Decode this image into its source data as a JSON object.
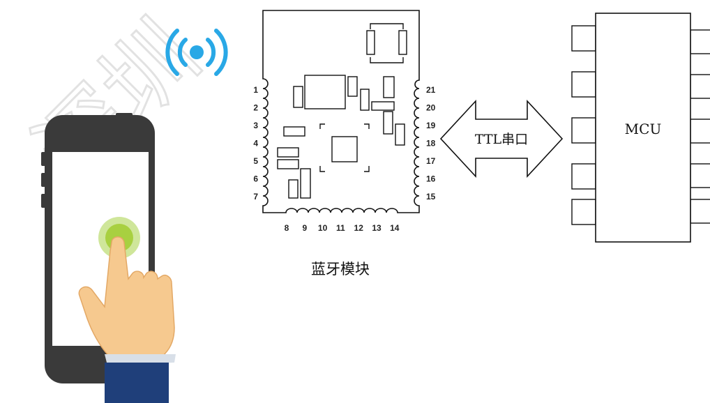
{
  "watermark": "深圳",
  "module": {
    "left_pins": [
      "1",
      "2",
      "3",
      "4",
      "5",
      "6",
      "7"
    ],
    "right_pins": [
      "21",
      "20",
      "19",
      "18",
      "17",
      "16",
      "15"
    ],
    "bottom_pins": [
      "8",
      "9",
      "10",
      "11",
      "12",
      "13",
      "14"
    ],
    "caption": "蓝牙模块"
  },
  "link": {
    "label": "TTL串口"
  },
  "mcu": {
    "label": "MCU"
  },
  "icons": {
    "phone": "smartphone-icon",
    "wireless": "wireless-signal-icon",
    "hand": "pointing-hand-icon"
  },
  "colors": {
    "signal": "#29a8e6",
    "phone_body": "#3a3a3a",
    "touch": "#a8d040",
    "skin": "#f6c98f",
    "sleeve": "#1f3f7a"
  }
}
